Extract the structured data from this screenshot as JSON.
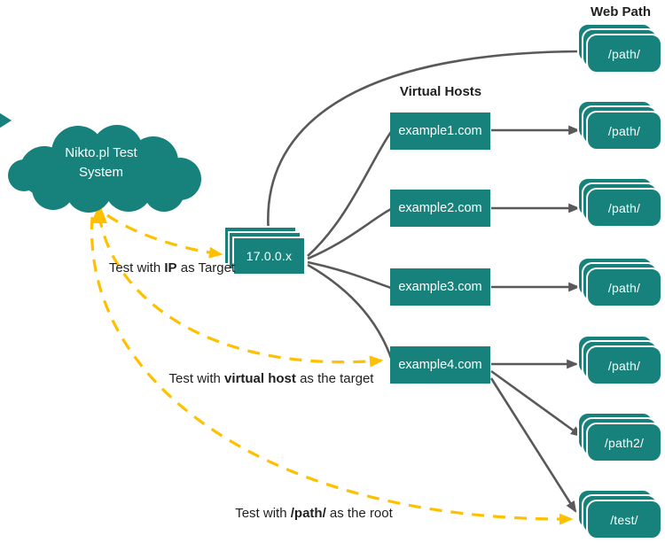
{
  "cloud": {
    "line1": "Nikto.pl Test",
    "line2": "System"
  },
  "headings": {
    "web_path": "Web Path",
    "virtual_hosts": "Virtual Hosts"
  },
  "ip_stack": {
    "label": "17.0.0.x"
  },
  "virtual_hosts": [
    {
      "label": "example1.com"
    },
    {
      "label": "example2.com"
    },
    {
      "label": "example3.com"
    },
    {
      "label": "example4.com"
    }
  ],
  "web_paths": [
    {
      "label": "/path/"
    },
    {
      "label": "/path/"
    },
    {
      "label": "/path/"
    },
    {
      "label": "/path/"
    },
    {
      "label": "/path/"
    },
    {
      "label": "/path2/"
    },
    {
      "label": "/test/"
    }
  ],
  "annotations": [
    {
      "pre": "Test with ",
      "bold": "IP",
      "post": " as Target"
    },
    {
      "pre": "Test with ",
      "bold": "virtual host",
      "post": " as the target"
    },
    {
      "pre": "Test with ",
      "bold": "/path/",
      "post": " as the root"
    }
  ],
  "colors": {
    "shape_teal": "#17827B",
    "connector_gray": "#595959",
    "dashed_yellow": "#FFC000"
  }
}
